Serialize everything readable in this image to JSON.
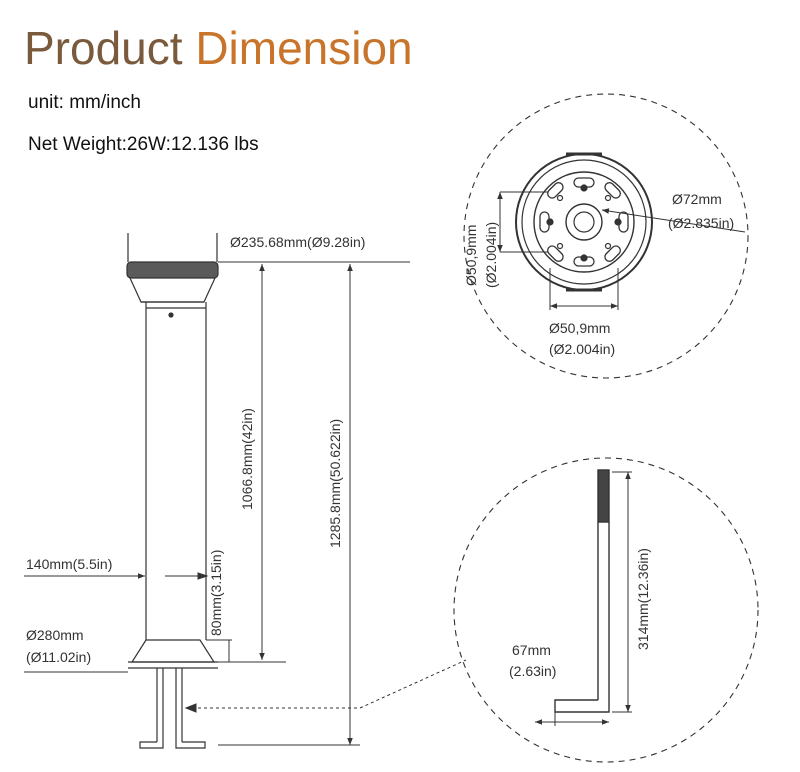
{
  "title": {
    "part1": "Product",
    "part2": "Dimension"
  },
  "unit_text": "unit: mm/inch",
  "weight_text": "Net Weight:26W:12.136 lbs",
  "dimensions": {
    "top_diameter": "Ø235.68mm(Ø9.28in)",
    "body_height": "1066.8mm(42in)",
    "total_height": "1285.8mm(50.622in)",
    "body_width": "140mm(5.5in)",
    "base_height": "80mm(3.15in)",
    "base_diameter_mm": "Ø280mm",
    "base_diameter_in": "(Ø11.02in)"
  },
  "top_detail": {
    "outer_mm": "Ø72mm",
    "outer_in": "(Ø2.835in)",
    "vertical_mm": "Ø50,9mm",
    "vertical_in": "(Ø2.004in)",
    "horizontal_mm": "Ø50,9mm",
    "horizontal_in": "(Ø2.004in)"
  },
  "bolt_detail": {
    "length": "314mm(12.36in)",
    "foot_mm": "67mm",
    "foot_in": "(2.63in)"
  },
  "colors": {
    "title_dark": "#7a5a3c",
    "title_accent": "#c8742a",
    "line": "#333333"
  }
}
